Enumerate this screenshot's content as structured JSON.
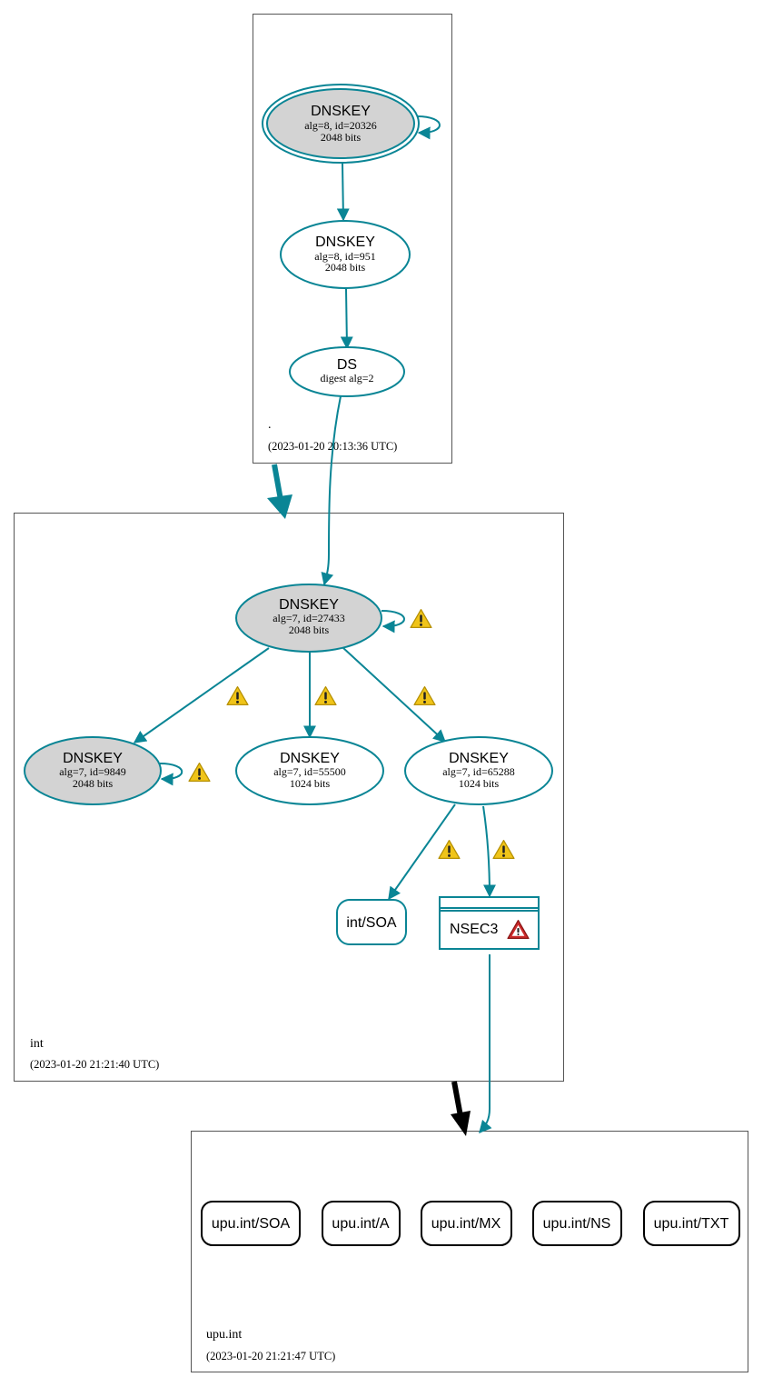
{
  "colors": {
    "edge": "#0a8595",
    "node_fill_gray": "#d3d3d3",
    "zone_border": "#555555",
    "delegation_secure": "#0a8595",
    "delegation_insecure": "#000000",
    "warning_fill": "#f0c419",
    "error_fill": "#cc2b2b"
  },
  "zones": {
    "root": {
      "name": ".",
      "date": "(2023-01-20 20:13:36 UTC)"
    },
    "int": {
      "name": "int",
      "date": "(2023-01-20 21:21:40 UTC)"
    },
    "upu": {
      "name": "upu.int",
      "date": "(2023-01-20 21:21:47 UTC)"
    }
  },
  "nodes": {
    "root_ksk": {
      "title": "DNSKEY",
      "line1": "alg=8, id=20326",
      "line2": "2048 bits"
    },
    "root_zsk": {
      "title": "DNSKEY",
      "line1": "alg=8, id=951",
      "line2": "2048 bits"
    },
    "ds": {
      "title": "DS",
      "line1": "digest alg=2"
    },
    "int_ksk": {
      "title": "DNSKEY",
      "line1": "alg=7, id=27433",
      "line2": "2048 bits"
    },
    "int_9849": {
      "title": "DNSKEY",
      "line1": "alg=7, id=9849",
      "line2": "2048 bits"
    },
    "int_55500": {
      "title": "DNSKEY",
      "line1": "alg=7, id=55500",
      "line2": "1024 bits"
    },
    "int_65288": {
      "title": "DNSKEY",
      "line1": "alg=7, id=65288",
      "line2": "1024 bits"
    },
    "int_soa": {
      "label": "int/SOA"
    },
    "nsec3": {
      "label": "NSEC3"
    }
  },
  "records": [
    {
      "label": "upu.int/SOA"
    },
    {
      "label": "upu.int/A"
    },
    {
      "label": "upu.int/MX"
    },
    {
      "label": "upu.int/NS"
    },
    {
      "label": "upu.int/TXT"
    }
  ],
  "icons": {
    "warning": "warning-icon",
    "error": "error-icon"
  }
}
